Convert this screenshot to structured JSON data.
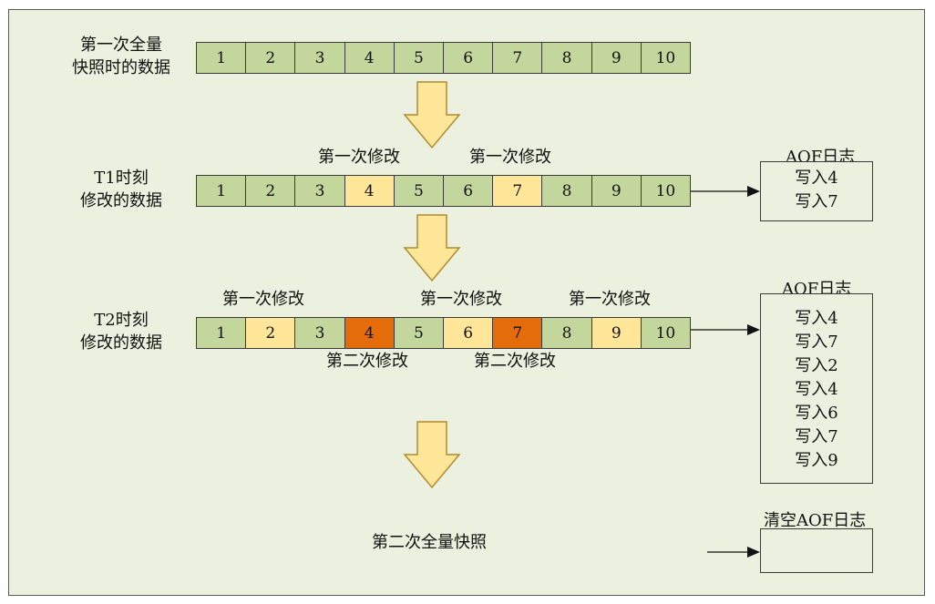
{
  "rows": [
    {
      "label": [
        "第一次全量",
        "快照时的数据"
      ],
      "cells": [
        {
          "value": "1",
          "state": "orig"
        },
        {
          "value": "2",
          "state": "orig"
        },
        {
          "value": "3",
          "state": "orig"
        },
        {
          "value": "4",
          "state": "orig"
        },
        {
          "value": "5",
          "state": "orig"
        },
        {
          "value": "6",
          "state": "orig"
        },
        {
          "value": "7",
          "state": "orig"
        },
        {
          "value": "8",
          "state": "orig"
        },
        {
          "value": "9",
          "state": "orig"
        },
        {
          "value": "10",
          "state": "orig"
        }
      ]
    },
    {
      "label": [
        "T1时刻",
        "修改的数据"
      ],
      "cells": [
        {
          "value": "1",
          "state": "orig"
        },
        {
          "value": "2",
          "state": "orig"
        },
        {
          "value": "3",
          "state": "orig"
        },
        {
          "value": "4",
          "state": "m1"
        },
        {
          "value": "5",
          "state": "orig"
        },
        {
          "value": "6",
          "state": "orig"
        },
        {
          "value": "7",
          "state": "m1"
        },
        {
          "value": "8",
          "state": "orig"
        },
        {
          "value": "9",
          "state": "orig"
        },
        {
          "value": "10",
          "state": "orig"
        }
      ]
    },
    {
      "label": [
        "T2时刻",
        "修改的数据"
      ],
      "cells": [
        {
          "value": "1",
          "state": "orig"
        },
        {
          "value": "2",
          "state": "m1"
        },
        {
          "value": "3",
          "state": "orig"
        },
        {
          "value": "4",
          "state": "m2"
        },
        {
          "value": "5",
          "state": "orig"
        },
        {
          "value": "6",
          "state": "m1"
        },
        {
          "value": "7",
          "state": "m2"
        },
        {
          "value": "8",
          "state": "orig"
        },
        {
          "value": "9",
          "state": "m1"
        },
        {
          "value": "10",
          "state": "orig"
        }
      ]
    }
  ],
  "annotations": {
    "t1_top": [
      "第一次修改",
      "第一次修改"
    ],
    "t2_top": [
      "第一次修改",
      "第一次修改",
      "第一次修改"
    ],
    "t2_bottom": [
      "第二次修改",
      "第二次修改"
    ]
  },
  "aof": [
    {
      "title": "AOF日志",
      "entries": [
        "写入4",
        "写入7"
      ]
    },
    {
      "title": "AOF日志",
      "entries": [
        "写入4",
        "写入7",
        "写入2",
        "写入4",
        "写入6",
        "写入7",
        "写入9"
      ]
    },
    {
      "title": "清空AOF日志",
      "entries": []
    }
  ],
  "final_label": "第二次全量快照",
  "colors": {
    "background": "#ebf1de",
    "cell_original": "#c3d69b",
    "cell_first_modify": "#ffe699",
    "cell_second_modify": "#e46c0a",
    "arrow_fill": "#ffe699",
    "arrow_stroke": "#b08a2e"
  }
}
